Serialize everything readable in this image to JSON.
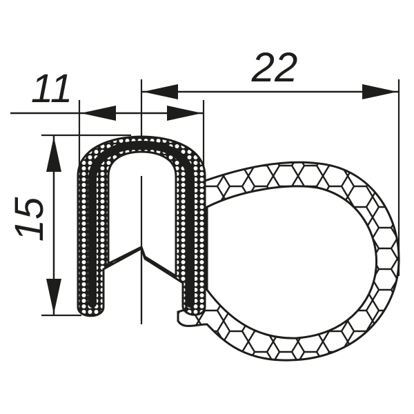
{
  "drawing": {
    "title": "Edge protection seal profile with side bulb",
    "stroke_color": "#1d1d1b",
    "background_color": "#ffffff",
    "units": "mm"
  },
  "dimensions": {
    "overall_width": {
      "value": "22",
      "label": "22"
    },
    "clamp_width": {
      "value": "11",
      "label": "11"
    },
    "height": {
      "value": "15",
      "label": "15"
    }
  },
  "parts": {
    "clamp": "U-shaped clamp profile with embedded metal carrier (dark band), sponge cell texture",
    "bulb": "Hollow sponge bulb seal with hexagonal cell pattern",
    "fingers": "Inner gripping lips"
  }
}
